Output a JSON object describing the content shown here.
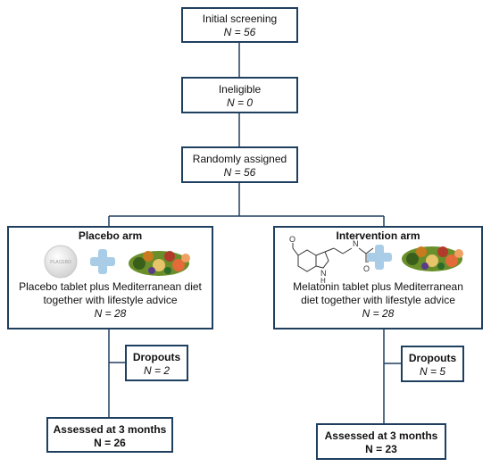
{
  "flow": {
    "screening": {
      "label": "Initial screening",
      "n": "N = 56"
    },
    "ineligible": {
      "label": "Ineligible",
      "n": "N = 0"
    },
    "randomized": {
      "label": "Randomly assigned",
      "n": "N = 56"
    },
    "placebo_arm": {
      "title": "Placebo arm",
      "pill_text": "PLACEBO",
      "description_line1": "Placebo tablet plus Mediterranean diet",
      "description_line2": "together with lifestyle advice",
      "n": "N = 28"
    },
    "intervention_arm": {
      "title": "Intervention arm",
      "description_line1": "Melatonin tablet plus Mediterranean",
      "description_line2": "diet together with lifestyle advice",
      "n": "N = 28",
      "molecule_labels": {
        "o": "O",
        "nh": "H",
        "n_ring": "N",
        "h_ring": "H",
        "n_amide": "N",
        "o_amide": "O"
      }
    },
    "placebo_dropouts": {
      "label": "Dropouts",
      "n": "N = 2"
    },
    "intervention_dropouts": {
      "label": "Dropouts",
      "n": "N = 5"
    },
    "placebo_assessed": {
      "label": "Assessed at 3 months",
      "n": "N = 26"
    },
    "intervention_assessed": {
      "label": "Assessed at 3 months",
      "n": "N = 23"
    }
  },
  "colors": {
    "border": "#1f3f5f",
    "plus": "#a9cde6",
    "pill": "#e4e4e4"
  }
}
